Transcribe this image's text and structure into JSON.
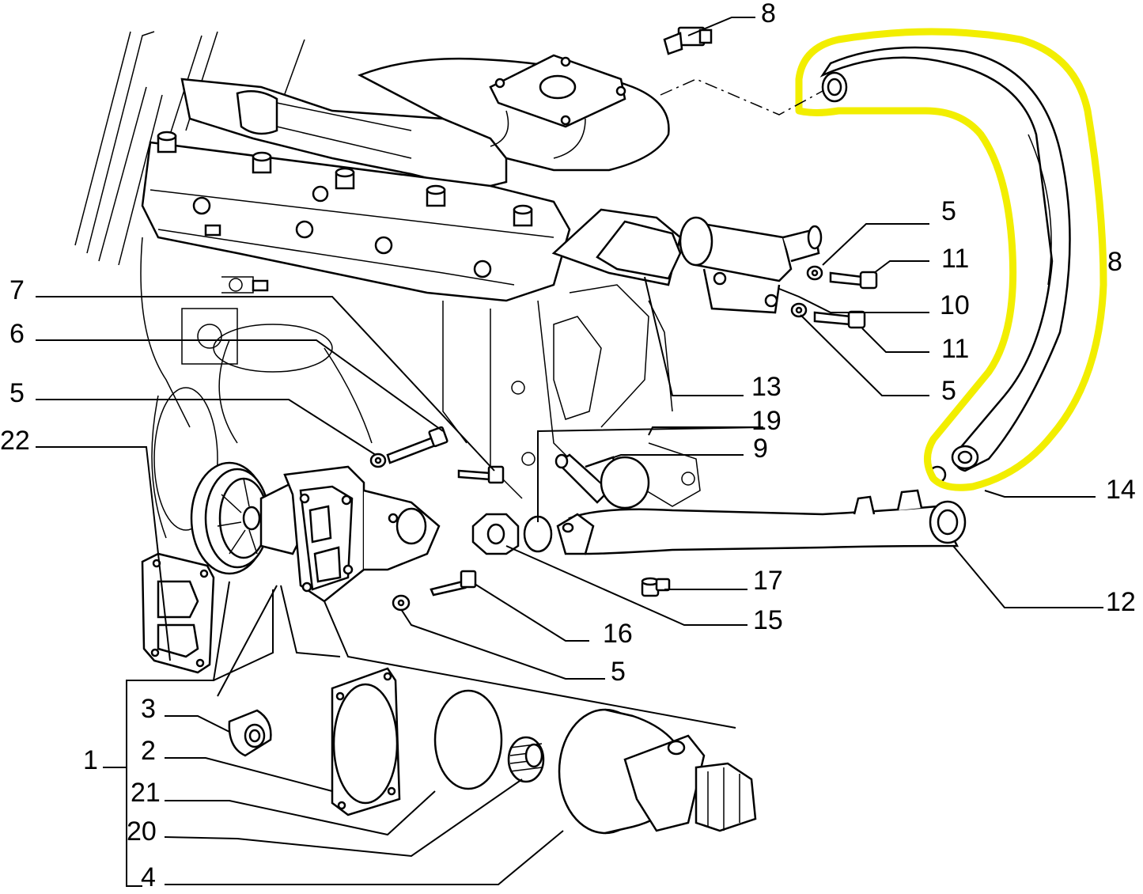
{
  "diagram": {
    "highlight_color": "#f2ee00",
    "line_color": "#000000",
    "labels": {
      "l8_top": "8",
      "l8_side": "8",
      "l5_a": "5",
      "l11_a": "11",
      "l10": "10",
      "l11_b": "11",
      "l5_b": "5",
      "l13": "13",
      "l19": "19",
      "l9": "9",
      "l14": "14",
      "l12": "12",
      "l17": "17",
      "l15": "15",
      "l16": "16",
      "l5_c": "5",
      "l7": "7",
      "l6": "6",
      "l5_d": "5",
      "l22": "22",
      "l3": "3",
      "l2": "2",
      "l1": "1",
      "l21": "21",
      "l20": "20",
      "l4": "4"
    }
  }
}
